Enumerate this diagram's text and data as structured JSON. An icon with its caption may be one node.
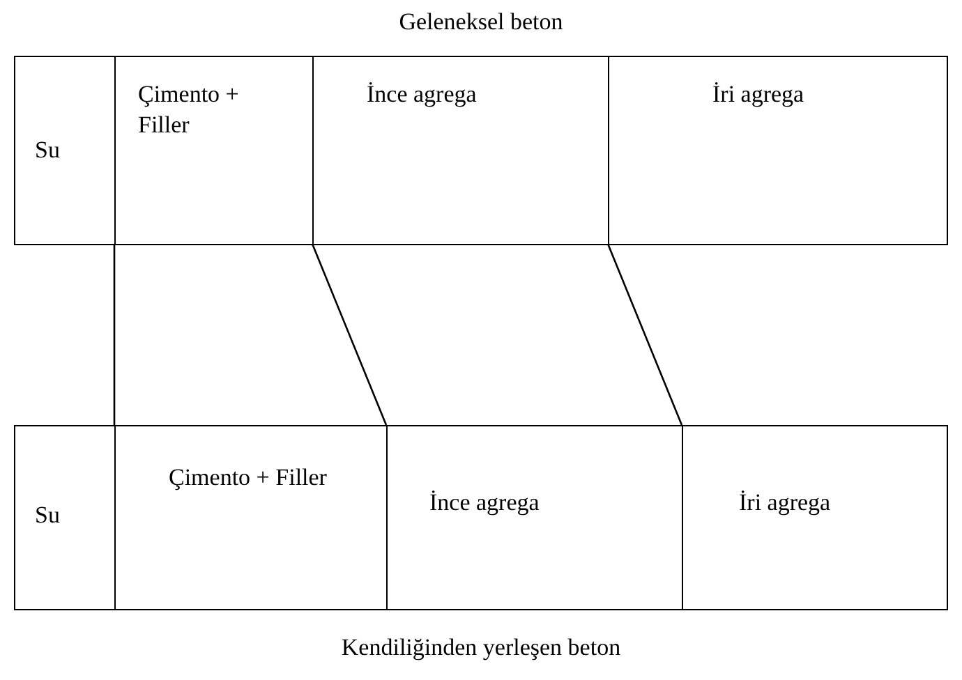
{
  "diagram": {
    "title": "Geleneksel beton",
    "caption": "Kendiliğinden yerleşen beton",
    "nodes": [
      {
        "text": [
          "Su"
        ]
      },
      {
        "text": [
          "Çimento + Filler"
        ]
      },
      {
        "text": [
          "İnce agrega"
        ]
      },
      {
        "text": [
          "İri agrega"
        ]
      },
      {
        "text": [
          "Su"
        ]
      },
      {
        "text": [
          "Çimento + Filler"
        ]
      },
      {
        "text": [
          "İnce agrega"
        ]
      },
      {
        "text": [
          "İri agrega"
        ]
      }
    ]
  }
}
